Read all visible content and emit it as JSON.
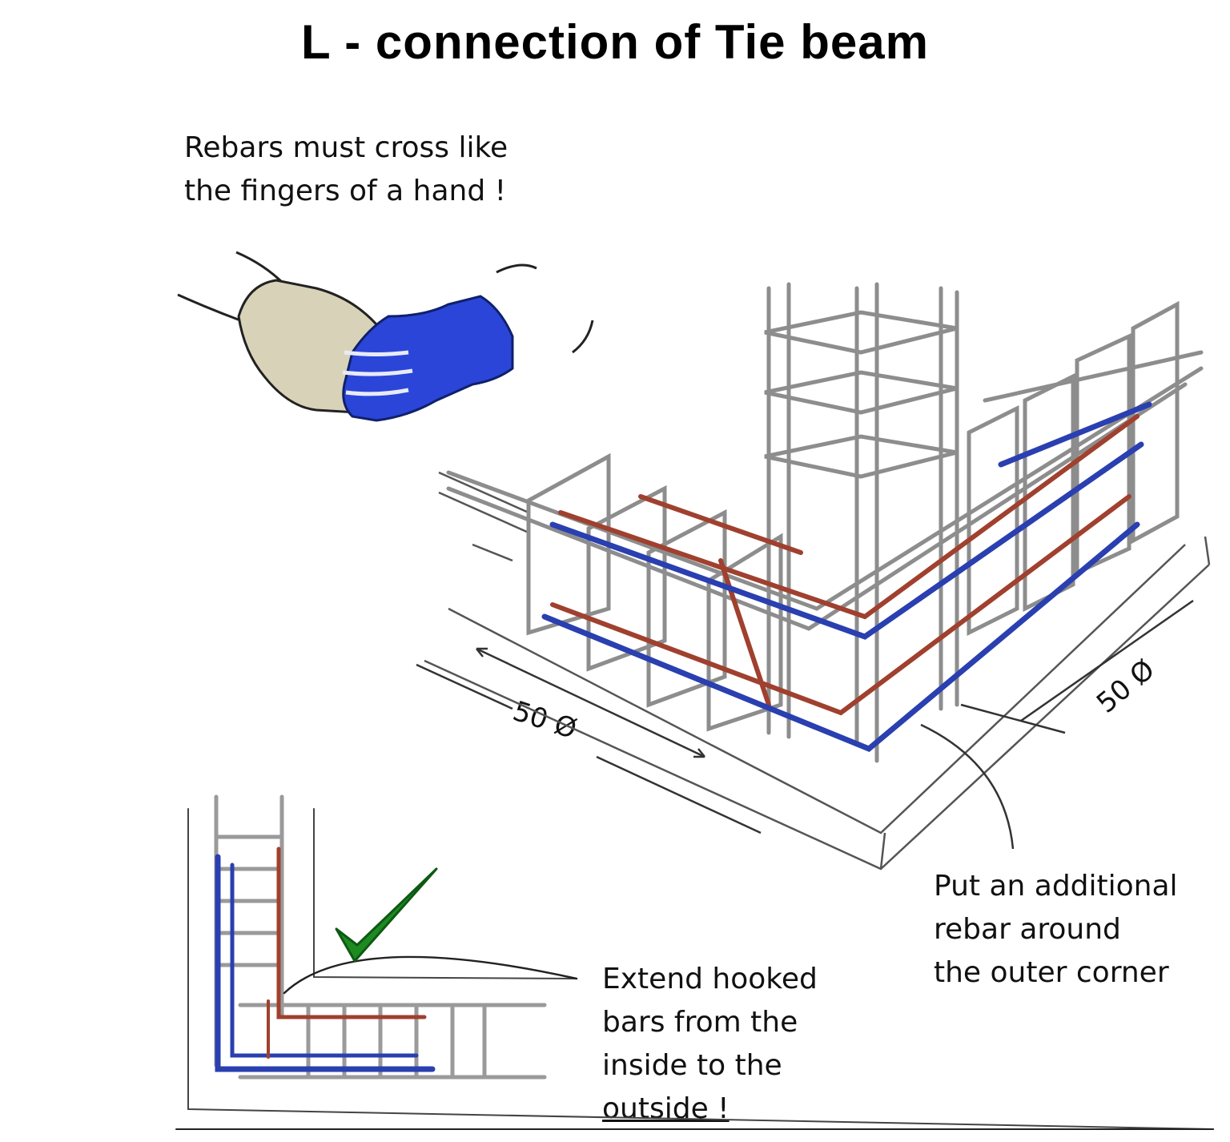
{
  "title": "L - connection of Tie beam",
  "notes": {
    "hand": [
      "Rebars must cross like",
      "the fingers of a hand !"
    ],
    "corner": [
      "Put an additional",
      "rebar around",
      "the outer corner"
    ],
    "hook": [
      "Extend hooked",
      "bars from the",
      "inside to the",
      "outside !"
    ]
  },
  "dimensions": {
    "left": "50 Ø",
    "right": "50 Ø"
  },
  "colors": {
    "steel": "#9a9a9a",
    "blue_rebar": "#2a3fb0",
    "red_rebar": "#a0402e",
    "glove_blue": "#2a45d8",
    "glove_beige": "#d8d3b8",
    "check": "#1e8a22"
  },
  "icons": [
    "hands-clasped-illustration",
    "check-mark-icon"
  ]
}
